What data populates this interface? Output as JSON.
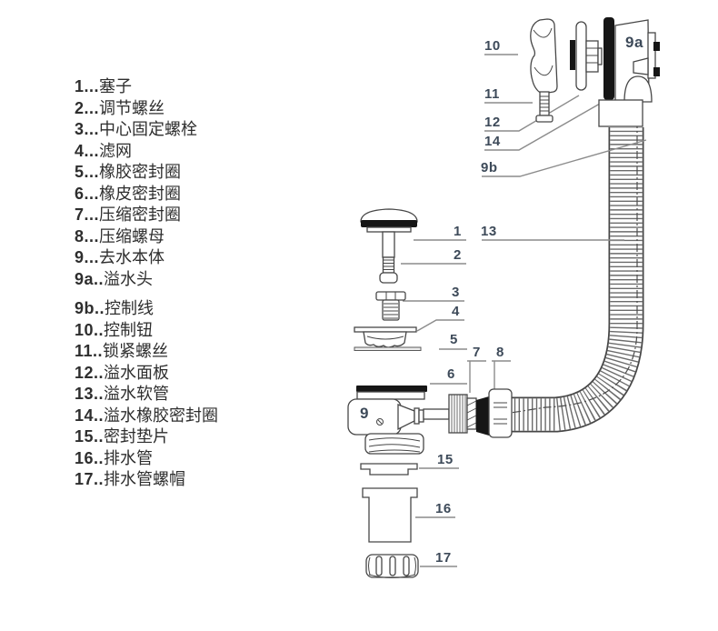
{
  "parts_list": {
    "group1": [
      {
        "num": "1...",
        "name": "塞子"
      },
      {
        "num": "2...",
        "name": "调节螺丝"
      },
      {
        "num": "3...",
        "name": "中心固定螺栓"
      },
      {
        "num": "4...",
        "name": "滤网"
      },
      {
        "num": "5...",
        "name": "橡胶密封圈"
      },
      {
        "num": "6...",
        "name": "橡皮密封圈"
      },
      {
        "num": "7...",
        "name": "压缩密封圈"
      },
      {
        "num": "8...",
        "name": "压缩螺母"
      },
      {
        "num": "9...",
        "name": "去水本体"
      },
      {
        "num": "9a..",
        "name": "溢水头"
      }
    ],
    "group2": [
      {
        "num": "9b..",
        "name": "控制线"
      },
      {
        "num": "10..",
        "name": "控制钮"
      },
      {
        "num": "11..",
        "name": "锁紧螺丝"
      },
      {
        "num": "12..",
        "name": "溢水面板"
      },
      {
        "num": "13..",
        "name": "溢水软管"
      },
      {
        "num": "14..",
        "name": "溢水橡胶密封圈"
      },
      {
        "num": "15..",
        "name": "密封垫片"
      },
      {
        "num": "16..",
        "name": "排水管"
      },
      {
        "num": "17..",
        "name": "排水管螺帽"
      }
    ]
  },
  "diagram": {
    "callouts": {
      "c1": "1",
      "c2": "2",
      "c3": "3",
      "c4": "4",
      "c5": "5",
      "c6": "6",
      "c7": "7",
      "c8": "8",
      "c9": "9",
      "c9a": "9a",
      "c9b": "9b",
      "c10": "10",
      "c11": "11",
      "c12": "12",
      "c13": "13",
      "c14": "14",
      "c15": "15",
      "c16": "16",
      "c17": "17"
    },
    "colors": {
      "line": "#474747",
      "leader": "#8c8c8c",
      "label": "#3d4a59",
      "black_fill": "#161616",
      "background": "#ffffff"
    }
  }
}
